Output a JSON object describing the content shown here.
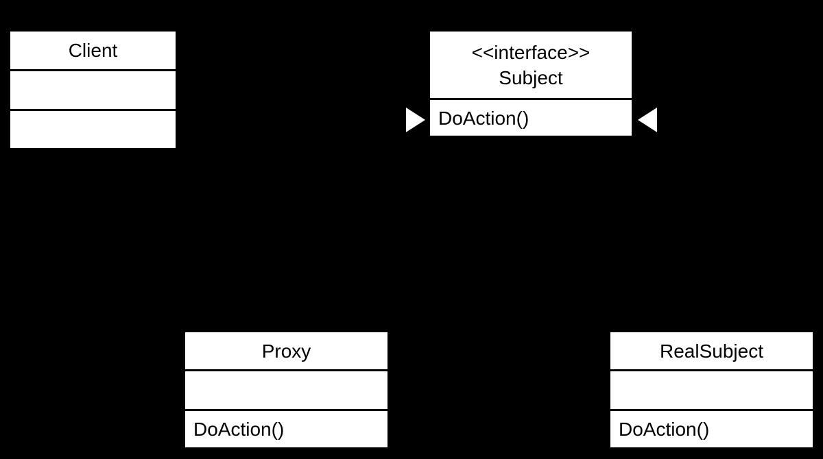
{
  "diagram": {
    "kind": "uml-class-diagram",
    "pattern": "Proxy",
    "colors": {
      "background": "#000000",
      "box_fill": "#ffffff",
      "box_border": "#000000",
      "text": "#000000",
      "arrowhead_fill": "#ffffff"
    }
  },
  "classes": {
    "client": {
      "name": "Client",
      "attributes": "",
      "methods": ""
    },
    "subject": {
      "stereotype": "<<interface>>",
      "name": "Subject",
      "method": "DoAction()"
    },
    "proxy": {
      "name": "Proxy",
      "attributes": "",
      "method": "DoAction()"
    },
    "realsubject": {
      "name": "RealSubject",
      "attributes": "",
      "method": "DoAction()"
    }
  },
  "arrowheads": {
    "left": {
      "icon": "triangle-right",
      "color": "#ffffff"
    },
    "right": {
      "icon": "triangle-left",
      "color": "#ffffff"
    }
  }
}
